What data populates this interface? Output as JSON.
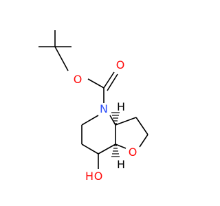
{
  "molecule": {
    "atoms": {
      "ester_oxygen": {
        "label": "O",
        "color": "#ff0d0d"
      },
      "carbonyl_oxygen": {
        "label": "O",
        "color": "#ff0d0d"
      },
      "ring_nitrogen": {
        "label": "N",
        "color": "#3050f8"
      },
      "ring_oxygen": {
        "label": "O",
        "color": "#ff0d0d"
      },
      "hydroxyl_oxygen": {
        "label": "O",
        "color": "#ff0d0d"
      },
      "hydroxyl_hydrogen": {
        "label": "H",
        "color": "#ff0d0d"
      },
      "stereo_h_3a": {
        "label": "H",
        "color": "#000000"
      },
      "stereo_h_7a": {
        "label": "H",
        "color": "#000000"
      }
    }
  }
}
